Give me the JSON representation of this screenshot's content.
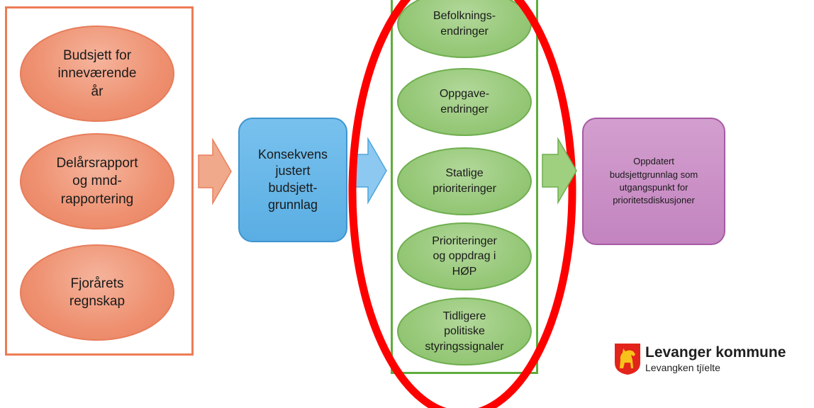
{
  "inputs": [
    {
      "label": "Budsjett for\ninneværende\når"
    },
    {
      "label": "Delårsrapport\nog mnd-\nrapportering"
    },
    {
      "label": "Fjorårets\nregnskap"
    }
  ],
  "baseline_box": {
    "label": "Konsekvens\njustert\nbudsjett-\ngrunnlag"
  },
  "factors": [
    {
      "label": "Befolknings-\nendringer"
    },
    {
      "label": "Oppgave-\nendringer"
    },
    {
      "label": "Statlige\nprioriteringer"
    },
    {
      "label": "Prioriteringer\nog oppdrag i\nHØP"
    },
    {
      "label": "Tidligere\npolitiske\nstyringssignaler"
    }
  ],
  "result_box": {
    "label": "Oppdatert\nbudsjettgrunnlag som\nutgangspunkt for\nprioritetsdiskusjoner"
  },
  "logo": {
    "title": "Levanger kommune",
    "subtitle": "Levangken tjïelte"
  },
  "colors": {
    "orange": "#ee9070",
    "blue": "#5aaee3",
    "green": "#96c878",
    "purple": "#c384bf",
    "highlight_red": "#ff0000"
  },
  "icons": {
    "logo": "horse-crest-icon"
  }
}
